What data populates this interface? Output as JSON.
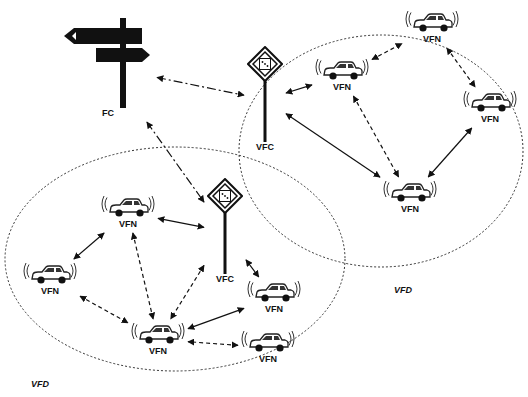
{
  "diagram": {
    "nodes": [
      {
        "text": [
          "FC"
        ]
      },
      {
        "text": [
          "VFD"
        ]
      },
      {
        "text": [
          "VFC"
        ],
        "in": 1
      },
      {
        "text": [
          "VFN"
        ],
        "in": 1
      },
      {
        "text": [
          "VFN"
        ],
        "in": 1
      },
      {
        "text": [
          "VFN"
        ],
        "in": 1
      },
      {
        "text": [
          "VFN"
        ],
        "in": 1
      },
      {
        "text": [
          "VFD"
        ]
      },
      {
        "text": [
          "VFC"
        ],
        "in": 7
      },
      {
        "text": [
          "VFN"
        ],
        "in": 7
      },
      {
        "text": [
          "VFN"
        ],
        "in": 7
      },
      {
        "text": [
          "VFN"
        ],
        "in": 7
      },
      {
        "text": [
          "VFN"
        ],
        "in": 7
      },
      {
        "text": [
          "VFN"
        ],
        "in": 7
      }
    ],
    "edges": [
      {
        "from": 0,
        "to": 2,
        "arrow": "both"
      },
      {
        "from": 0,
        "to": 8,
        "arrow": "both"
      },
      {
        "from": 2,
        "to": 4,
        "arrow": "both"
      },
      {
        "from": 4,
        "to": 3,
        "arrow": "both"
      },
      {
        "from": 3,
        "to": 5,
        "arrow": "both"
      },
      {
        "from": 2,
        "to": 6,
        "arrow": "both"
      },
      {
        "from": 4,
        "to": 6,
        "arrow": "both"
      },
      {
        "from": 6,
        "to": 5,
        "arrow": "both"
      },
      {
        "from": 8,
        "to": 9,
        "arrow": "both"
      },
      {
        "from": 9,
        "to": 10,
        "arrow": "both"
      },
      {
        "from": 9,
        "to": 11,
        "arrow": "both"
      },
      {
        "from": 8,
        "to": 11,
        "arrow": "both"
      },
      {
        "from": 8,
        "to": 12,
        "arrow": "both"
      },
      {
        "from": 10,
        "to": 11,
        "arrow": "both"
      },
      {
        "from": 11,
        "to": 12,
        "arrow": "both"
      },
      {
        "from": 13,
        "to": 11,
        "arrow": "both"
      }
    ]
  }
}
